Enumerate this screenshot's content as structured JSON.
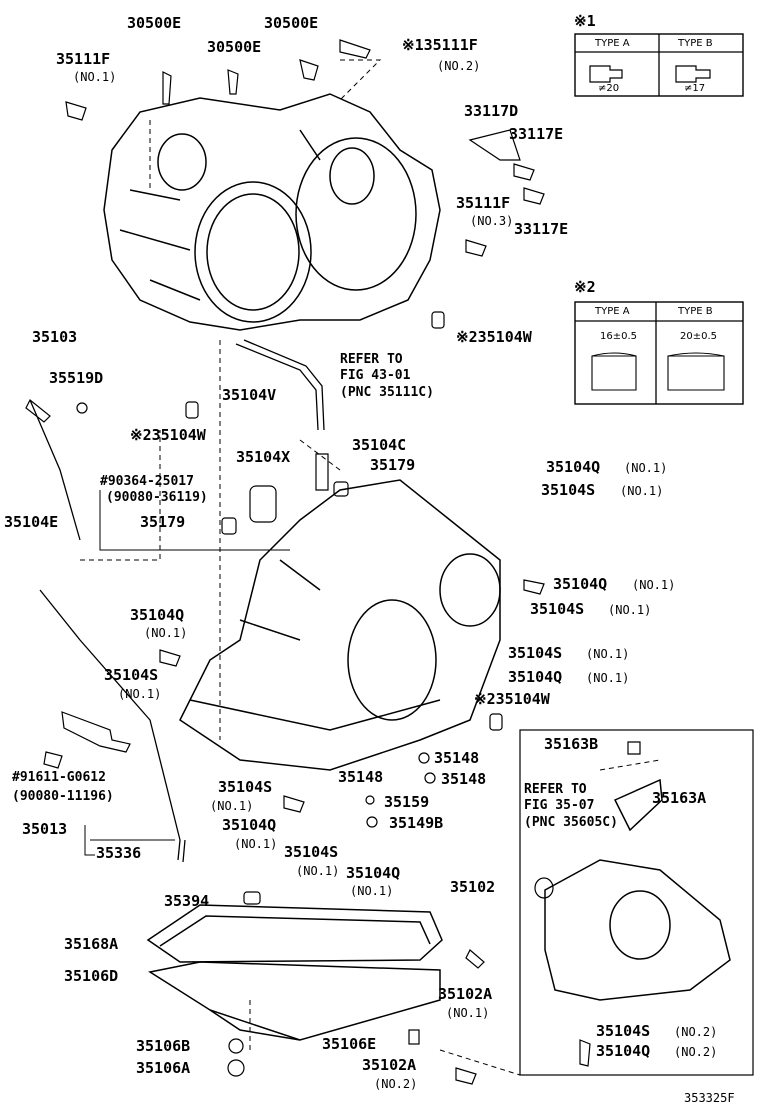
{
  "figure_id": "353325F",
  "notes": {
    "note1_marker": "※1",
    "note2_marker": "※2",
    "type_a": "TYPE A",
    "type_b": "TYPE B",
    "dim_a1": "≠20",
    "dim_b1": "≠17",
    "dim_a2": "16±0.5",
    "dim_b2": "20±0.5"
  },
  "labels": {
    "p30500e_1": "30500E",
    "p30500e_2": "30500E",
    "p30500e_3": "30500E",
    "p35111f_1": "35111F",
    "p35111f_1_note": "(NO.1)",
    "p35111f_2": "※135111F",
    "p35111f_2_note": "(NO.2)",
    "p35111f_3": "35111F",
    "p35111f_3_note": "(NO.3)",
    "p33117d": "33117D",
    "p33117e_1": "33117E",
    "p33117e_2": "33117E",
    "p35104w_1": "※235104W",
    "p35104w_2": "※235104W",
    "p35104w_3": "※235104W",
    "p35103": "35103",
    "p35519d": "35519D",
    "p35104v": "35104V",
    "refer1": "REFER TO",
    "refer1_b": "FIG 43-01",
    "refer1_c": "(PNC 35111C)",
    "p35104x": "35104X",
    "p35104c": "35104C",
    "p35179_1": "35179",
    "p35179_2": "35179",
    "pn90364": "#90364-25017",
    "pn90080a": "(90080-36119)",
    "p35104e": "35104E",
    "p35104q_1": "35104Q",
    "p35104q_1_note": "(NO.1)",
    "p35104s_1": "35104S",
    "p35104s_1_note": "(NO.1)",
    "p35104q_2": "35104Q",
    "p35104q_2_note": "(NO.1)",
    "p35104s_2": "35104S",
    "p35104s_2_note": "(NO.1)",
    "p35104q_3": "35104Q",
    "p35104q_3_note": "(NO.1)",
    "p35104s_3": "35104S",
    "p35104s_3_note": "(NO.1)",
    "p35104q_4": "35104Q",
    "p35104q_4_note": "(NO.1)",
    "p35104s_4": "35104S",
    "p35104s_4_note": "(NO.1)",
    "p35148_1": "35148",
    "p35148_2": "35148",
    "p35148_3": "35148",
    "p35159": "35159",
    "p35149b": "35149B",
    "pn91611": "#91611-G0612",
    "pn90080b": "(90080-11196)",
    "p35104s_5": "35104S",
    "p35104s_5_note": "(NO.1)",
    "p35104q_5": "35104Q",
    "p35104q_5_note": "(NO.1)",
    "p35013": "35013",
    "p35336": "35336",
    "p35104s_6": "35104S",
    "p35104s_6_note": "(NO.1)",
    "p35104q_6": "35104Q",
    "p35104q_6_note": "(NO.1)",
    "p35163b": "35163B",
    "p35163a": "35163A",
    "refer2": "REFER TO",
    "refer2_b": "FIG 35-07",
    "refer2_c": "(PNC 35605C)",
    "p35102": "35102",
    "p35394": "35394",
    "p35168a": "35168A",
    "p35106d": "35106D",
    "p35102a_1": "35102A",
    "p35102a_1_note": "(NO.1)",
    "p35106b": "35106B",
    "p35106a": "35106A",
    "p35106e": "35106E",
    "p35102a_2": "35102A",
    "p35102a_2_note": "(NO.2)",
    "p35104s_7": "35104S",
    "p35104s_7_note": "(NO.2)",
    "p35104q_7": "35104Q",
    "p35104q_7_note": "(NO.2)"
  }
}
